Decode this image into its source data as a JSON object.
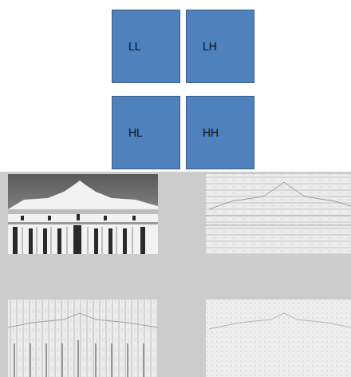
{
  "diagram": {
    "nodes": [
      {
        "text": [
          "LL"
        ]
      },
      {
        "text": [
          "LH"
        ]
      },
      {
        "text": [
          "HL"
        ]
      },
      {
        "text": [
          "HH"
        ]
      }
    ]
  }
}
